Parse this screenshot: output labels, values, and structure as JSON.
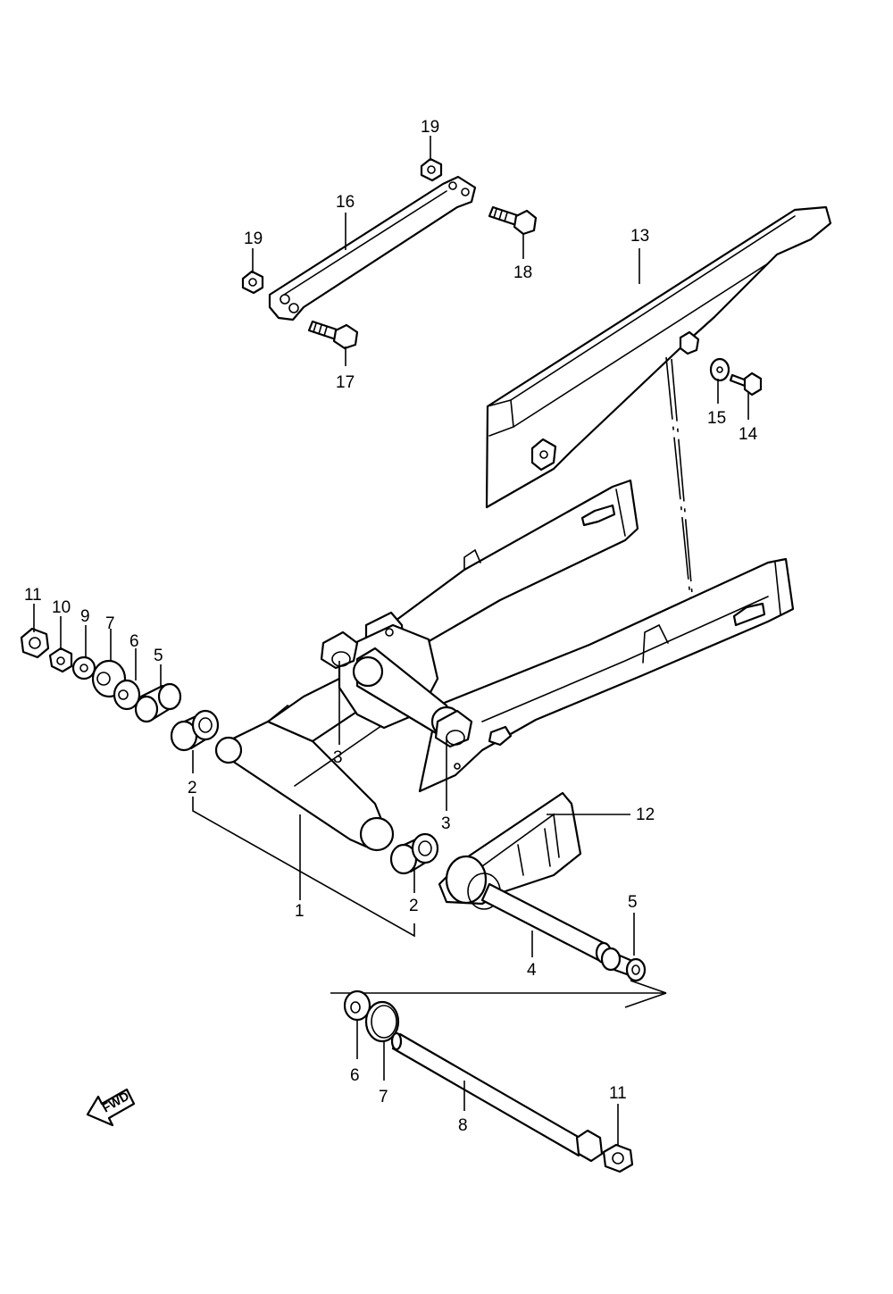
{
  "diagram": {
    "footer_code": "",
    "forward_indicator": "FWD",
    "callouts": {
      "c1": "1",
      "c2a": "2",
      "c2b": "2",
      "c3a": "3",
      "c3b": "3",
      "c4": "4",
      "c5a": "5",
      "c5b": "5",
      "c6a": "6",
      "c6b": "6",
      "c7a": "7",
      "c7b": "7",
      "c8": "8",
      "c9": "9",
      "c10": "10",
      "c11a": "11",
      "c11b": "11",
      "c12": "12",
      "c13": "13",
      "c14": "14",
      "c15": "15",
      "c16": "16",
      "c17": "17",
      "c18": "18",
      "c19a": "19",
      "c19b": "19"
    }
  }
}
